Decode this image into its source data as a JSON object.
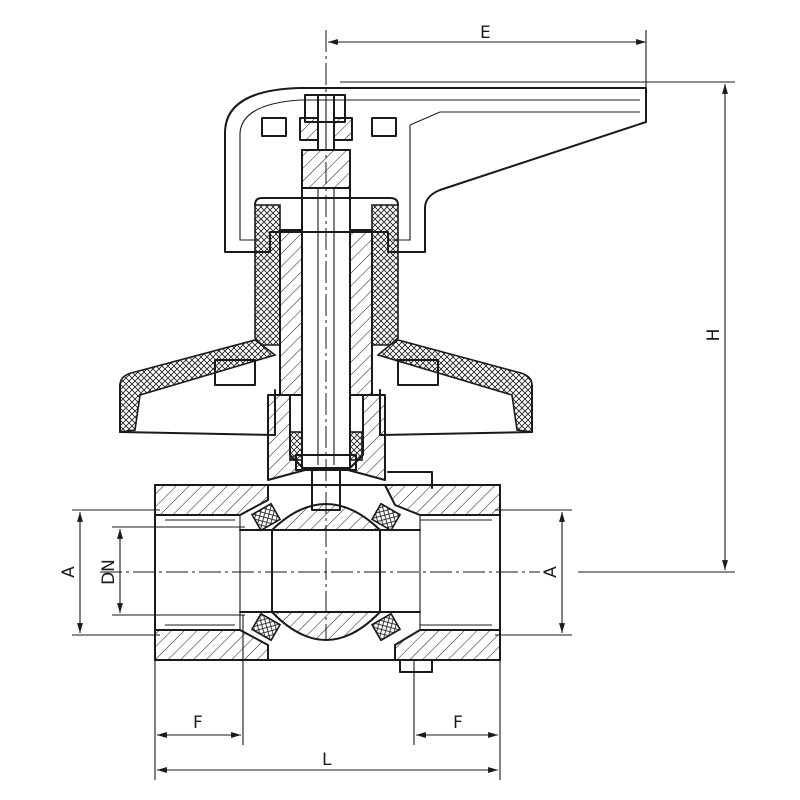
{
  "dimensions": {
    "E": "E",
    "H": "H",
    "A_left": "A",
    "DN": "DN",
    "A_right": "A",
    "F_left": "F",
    "F_right": "F",
    "L": "L"
  }
}
